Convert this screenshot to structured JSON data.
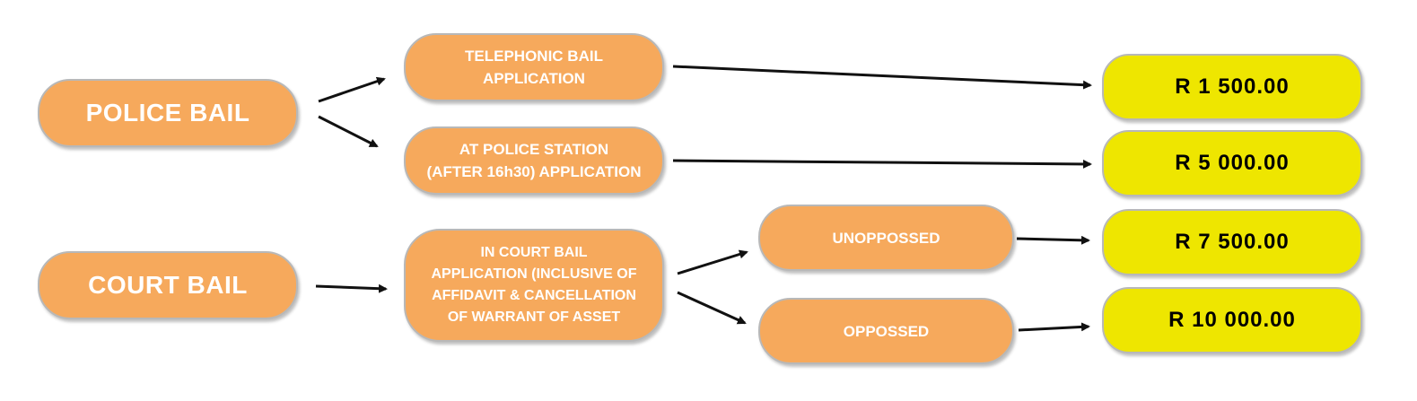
{
  "colors": {
    "category_fill": "#f6a95c",
    "amount_fill": "#eee600",
    "arrow": "#111111"
  },
  "categories": {
    "police": "POLICE BAIL",
    "court": "COURT BAIL"
  },
  "applications": {
    "telephonic": [
      "TELEPHONIC BAIL",
      "APPLICATION"
    ],
    "police_station": [
      "AT POLICE STATION",
      "(AFTER 16h30) APPLICATION"
    ],
    "in_court": [
      "IN COURT BAIL",
      "APPLICATION (INCLUSIVE OF",
      "AFFIDAVIT & CANCELLATION",
      "OF WARRANT OF ASSET"
    ]
  },
  "court_options": {
    "unopposed": "UNOPPOSSED",
    "opposed": "OPPOSSED"
  },
  "amounts": {
    "telephonic": "R 1 500.00",
    "police_station": "R 5 000.00",
    "unopposed": "R 7 500.00",
    "opposed": "R 10 000.00"
  }
}
